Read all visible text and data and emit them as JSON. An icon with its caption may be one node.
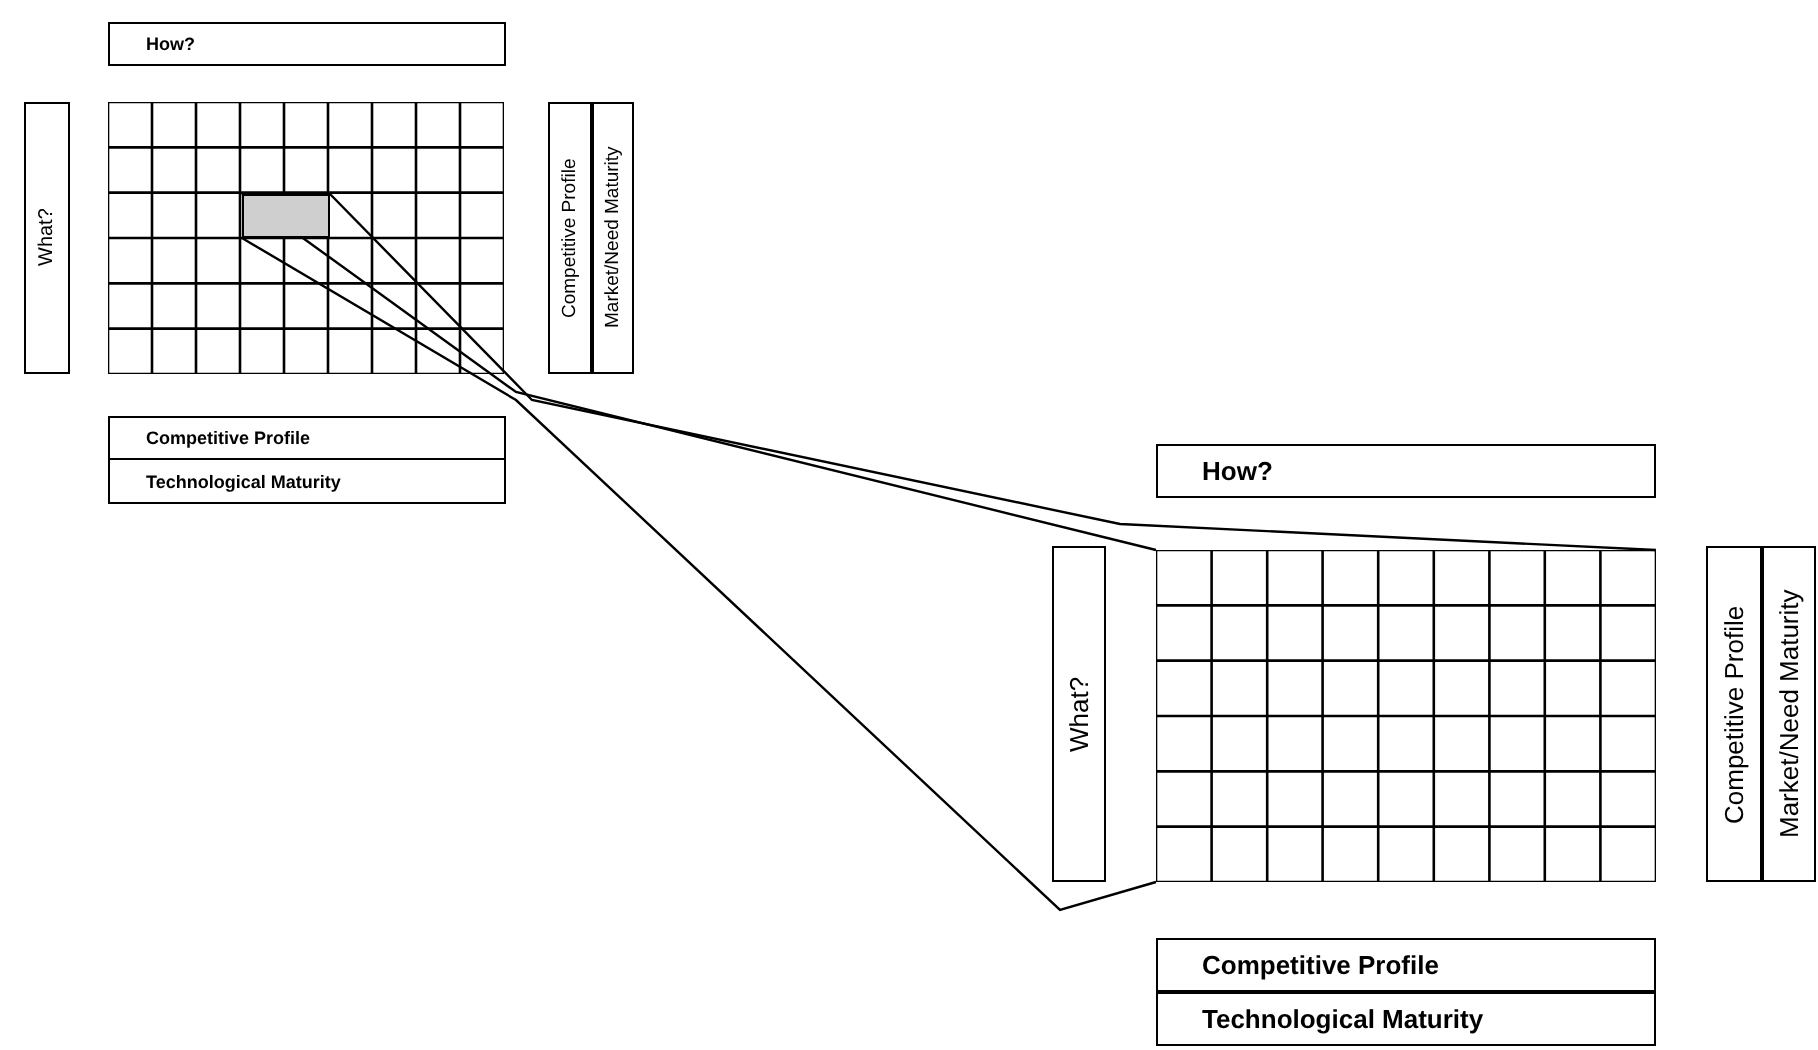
{
  "diagram": {
    "nodes": [
      {
        "text": [
          "How?"
        ]
      },
      {
        "text": [
          "What?"
        ]
      },
      {
        "text": [],
        "shape": "box"
      },
      {
        "text": [],
        "shape": "box",
        "in": 2
      },
      {
        "text": [
          "Competitive Profile"
        ]
      },
      {
        "text": [
          "Market/Need Maturity"
        ]
      },
      {
        "text": [
          "Competitive Profile"
        ]
      },
      {
        "text": [
          "Technological Maturity"
        ]
      },
      {
        "text": [
          "How?"
        ]
      },
      {
        "text": [
          "What?"
        ]
      },
      {
        "text": [],
        "shape": "box"
      },
      {
        "text": [
          "Competitive Profile"
        ]
      },
      {
        "text": [
          "Market/Need Maturity"
        ]
      },
      {
        "text": [
          "Competitive Profile"
        ]
      },
      {
        "text": [
          "Technological Maturity"
        ]
      }
    ],
    "edges": [
      {
        "from": 3,
        "to": 10,
        "arrow": "none"
      },
      {
        "from": 3,
        "to": 10,
        "arrow": "none"
      },
      {
        "from": 3,
        "to": 10,
        "arrow": "none"
      }
    ]
  }
}
